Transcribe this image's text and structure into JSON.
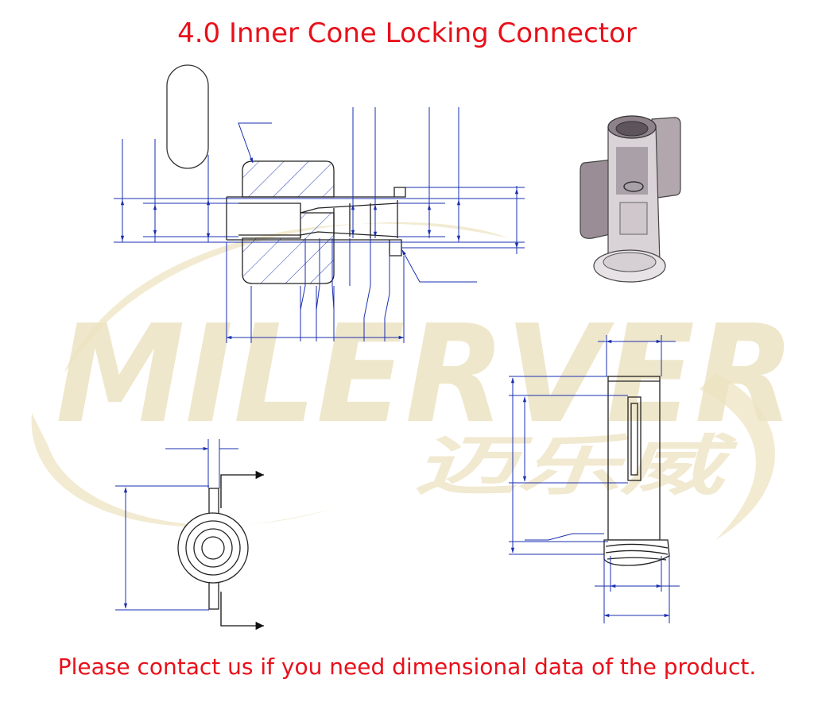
{
  "title": "4.0 Inner Cone Locking Connector",
  "footer": "Please contact us if you need dimensional data of the product.",
  "watermark": {
    "brand": "MILERVER",
    "chinese": "迈乐威",
    "color": "#efe6c8"
  },
  "colors": {
    "title": "#e8101a",
    "dimension_lines": "#1a2fb0",
    "outline": "#222222",
    "hatch": "#1a2fb0"
  }
}
